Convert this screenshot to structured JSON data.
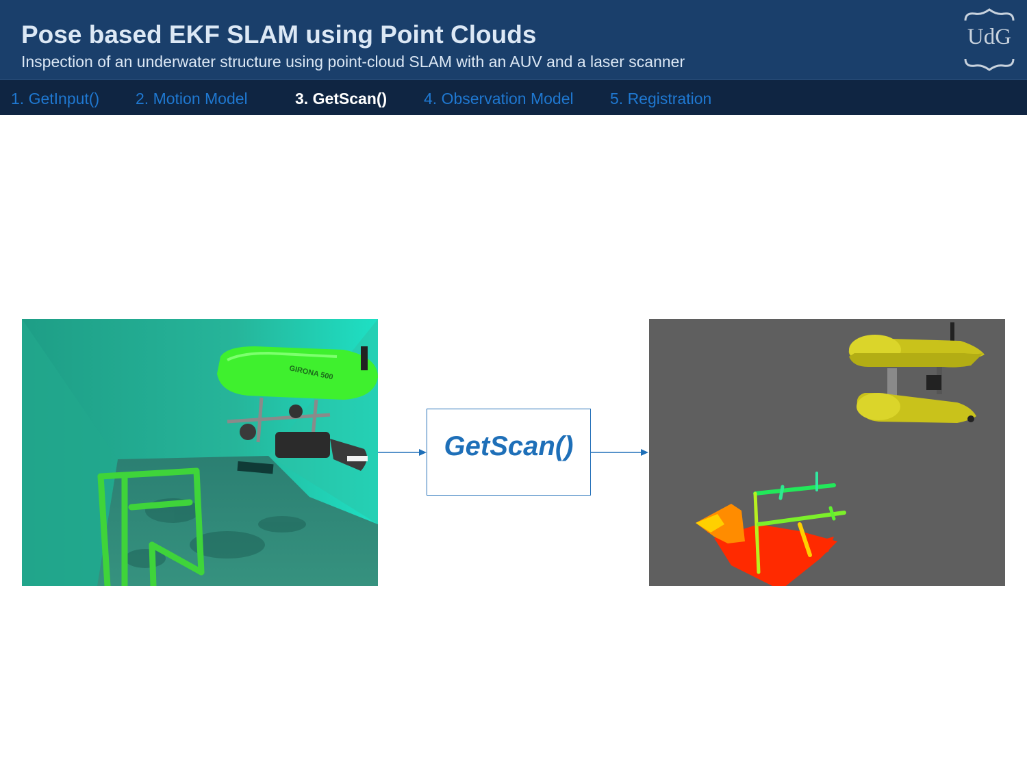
{
  "header": {
    "title": "Pose based EKF SLAM using Point Clouds",
    "subtitle": "Inspection of an underwater structure using point-cloud SLAM with an AUV and a laser scanner",
    "logo_text": "UdG"
  },
  "nav": {
    "items": [
      {
        "label": "1. GetInput()",
        "active": false
      },
      {
        "label": "2. Motion Model",
        "active": false
      },
      {
        "label": "3. GetScan()",
        "active": true
      },
      {
        "label": "4. Observation Model",
        "active": false
      },
      {
        "label": "5. Registration",
        "active": false
      }
    ]
  },
  "diagram": {
    "function_label": "GetScan()",
    "vehicle_marking": "GIRONA 500"
  },
  "colors": {
    "header_bg": "#1a3f6b",
    "nav_bg": "#0f2542",
    "nav_link": "#1f78d1",
    "accent": "#1e6fb8"
  }
}
